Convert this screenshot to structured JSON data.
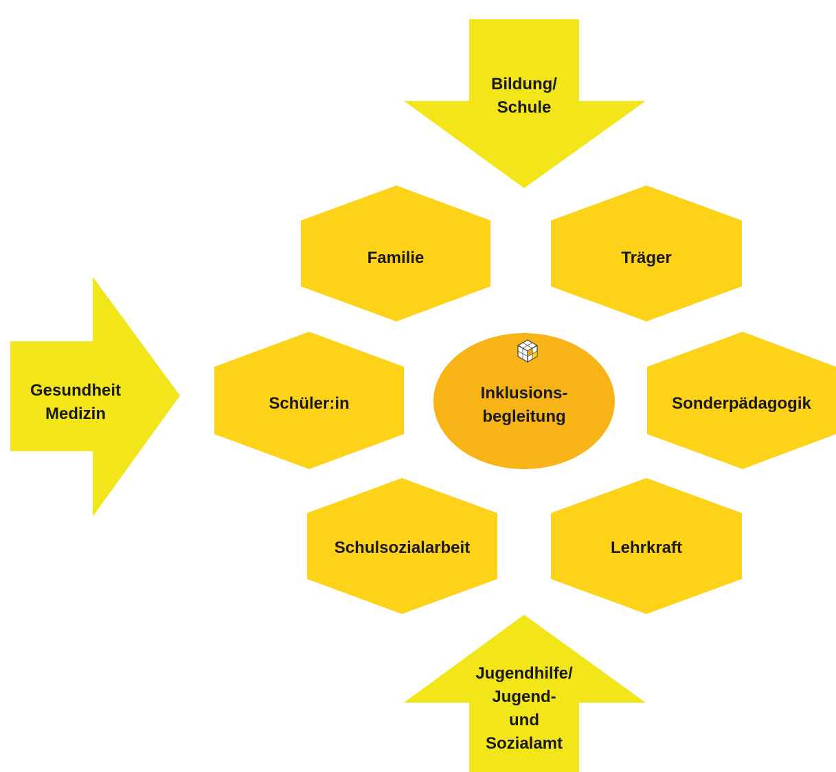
{
  "center": {
    "label": "Inklusions-\nbegleitung",
    "icon": "cube-icon",
    "color": "#F8B417"
  },
  "hexagons": [
    {
      "id": "familie",
      "label": "Familie"
    },
    {
      "id": "traeger",
      "label": "Träger"
    },
    {
      "id": "schueler",
      "label": "Schüler:in"
    },
    {
      "id": "sonderpaedagogik",
      "label": "Sonderpädagogik"
    },
    {
      "id": "schulsozialarbeit",
      "label": "Schulsozialarbeit"
    },
    {
      "id": "lehrkraft",
      "label": "Lehrkraft"
    }
  ],
  "arrows": [
    {
      "id": "bildung",
      "label": "Bildung/\nSchule",
      "direction": "down"
    },
    {
      "id": "gesundheit",
      "label": "Gesundheit\nMedizin",
      "direction": "right"
    },
    {
      "id": "jugendhilfe",
      "label": "Jugendhilfe/\nJugend-\nund\nSozialamt",
      "direction": "up"
    }
  ],
  "colors": {
    "hexagon": "#FDD219",
    "arrow": "#F2E61A",
    "center": "#F8B417"
  }
}
